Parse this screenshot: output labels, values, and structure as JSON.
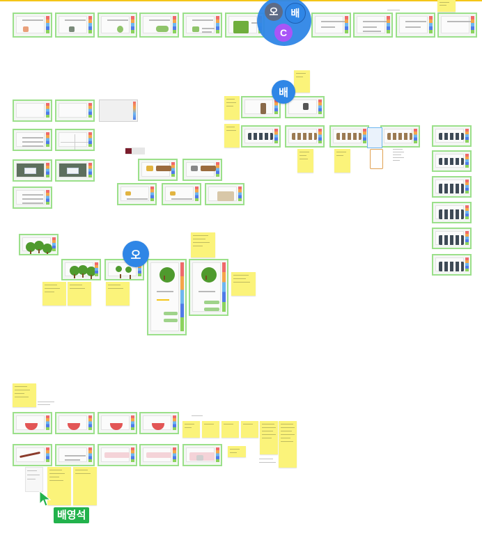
{
  "collaborators": {
    "top_cluster": [
      "오",
      "배",
      "C"
    ],
    "mid_badge": "배",
    "left_badge": "오"
  },
  "cursor_label": "배영석",
  "colors": {
    "frame_border": "#9be08a",
    "sticky": "#fbf37a",
    "avatar_blue": "#2f86e6",
    "avatar_purple": "#a855f7",
    "avatar_slate": "#5d6b86",
    "cursor_label_bg": "#22b24c"
  }
}
